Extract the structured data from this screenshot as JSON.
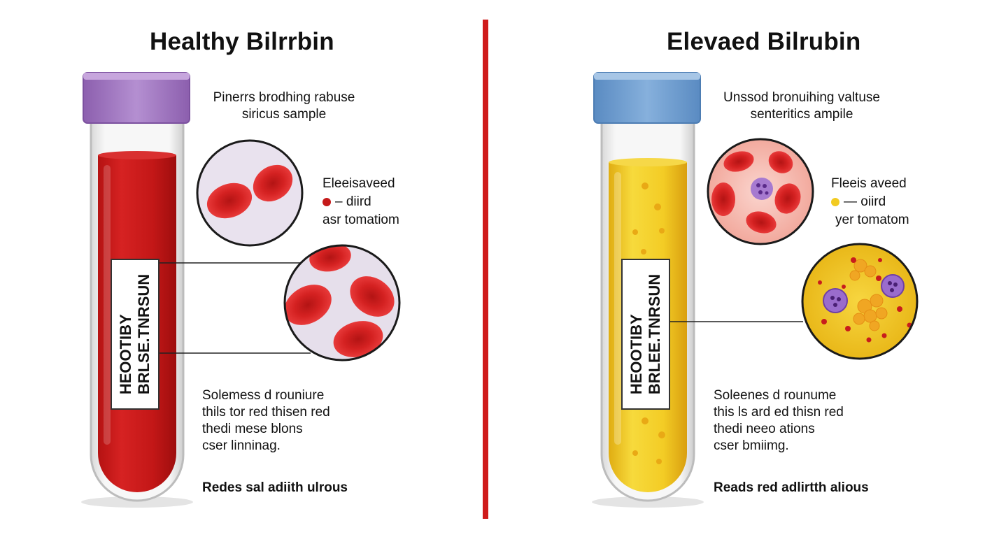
{
  "divider_color": "#cf1b1b",
  "left": {
    "title": "Healthy Bilrrbin",
    "cap_color": "#a77cc6",
    "fluid_color": "#c51a1a",
    "caption": [
      "Pinerrs brodhing rabuse",
      "siricus sample"
    ],
    "legend": {
      "line1": "Eleeisaveed",
      "line2": "– diird",
      "line3": "asr tomatiom",
      "dot_color": "#c51a1a"
    },
    "tube_label": [
      "HEOOTIBY",
      "BRLSE.TNRSUN"
    ],
    "description": [
      "Solemess d rouniure",
      "thils tor red thisen red",
      "thedi mese blons",
      "cser linninag."
    ],
    "footer": "Redes sal adiith ulrous"
  },
  "right": {
    "title": "Elevaed Bilrubin",
    "cap_color": "#6f9ed0",
    "fluid_color": "#f1c726",
    "caption": [
      "Unssod bronuihing valtuse",
      "senteritics ampile"
    ],
    "legend": {
      "line1": "Fleeis aveed",
      "line2": "— oiird",
      "line3": "yer tomatom",
      "dot_color": "#f2cb22"
    },
    "tube_label": [
      "HEOOTIBY",
      "BRLEE.TNRSUN"
    ],
    "description": [
      "Soleenes d rounume",
      "this ls ard ed thisn red",
      "thedi neeo ations",
      "cser bmiimg."
    ],
    "footer": "Reads red adlirtth alious"
  }
}
